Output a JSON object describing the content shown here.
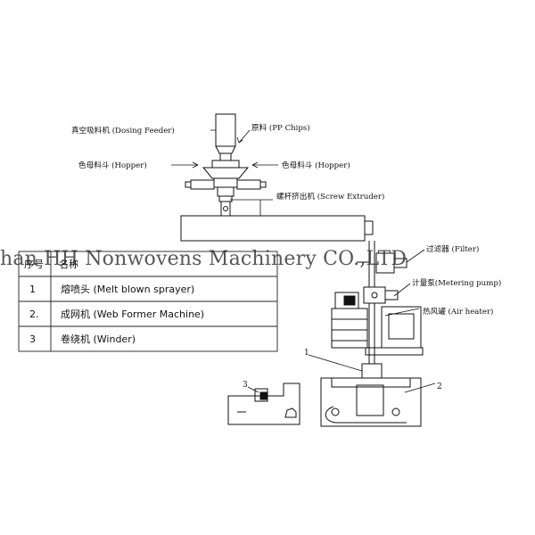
{
  "labels": {
    "dosing_feeder": "真空吸料机 (Dosing Feeder)",
    "pp_chips": "原料 (PP Chips)",
    "hopper_left": "色母料斗 (Hopper)",
    "hopper_right": "色母料斗 (Hopper)",
    "screw_extruder": "螺杆挤出机 (Screw Extruder)",
    "filter": "过滤器 (Filter)",
    "metering_pump": "计量泵(Metering pump)",
    "air_heater": "热风罐 (Air heater)"
  },
  "callouts": {
    "c1": "1",
    "c2": "2",
    "c3": "3"
  },
  "watermark": "han HH Nonwovens Machinery CO.,LTD",
  "table": {
    "headers": [
      "序号",
      "名称"
    ],
    "rows": [
      {
        "no": "1",
        "name": "熔喷头 (Melt blown sprayer)"
      },
      {
        "no": "2.",
        "name": "成网机 (Web Former Machine)"
      },
      {
        "no": "3",
        "name": "卷绕机 (Winder)"
      }
    ]
  }
}
